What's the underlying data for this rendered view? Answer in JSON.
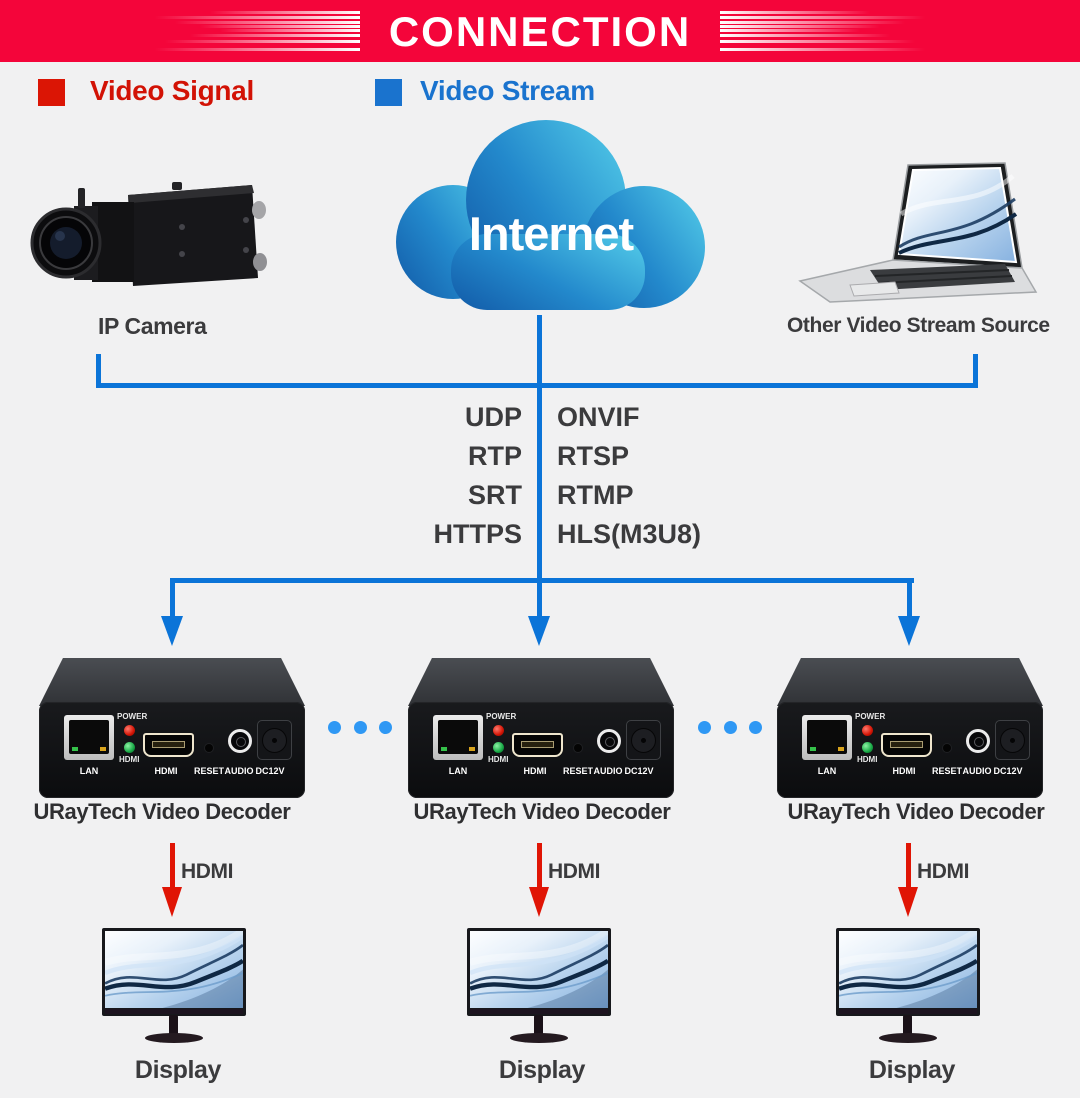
{
  "header": {
    "title": "CONNECTION"
  },
  "legend": {
    "video_signal": "Video Signal",
    "video_stream": "Video Stream"
  },
  "sources": {
    "ip_camera": "IP Camera",
    "internet": "Internet",
    "other_source": "Other Video Stream Source"
  },
  "protocols": {
    "left": [
      "UDP",
      "RTP",
      "SRT",
      "HTTPS"
    ],
    "right": [
      "ONVIF",
      "RTSP",
      "RTMP",
      "HLS(M3U8)"
    ]
  },
  "decoder": {
    "label": "URayTech Video Decoder",
    "ports": {
      "power": "POWER",
      "hdmi_led": "HDMI",
      "lan": "LAN",
      "hdmi": "HDMI",
      "reset": "RESET",
      "audio": "AUDIO",
      "dc": "DC12V"
    }
  },
  "output": {
    "hdmi": "HDMI",
    "display": "Display"
  },
  "colors": {
    "banner_red": "#F4053A",
    "signal_red": "#DB1505",
    "stream_blue": "#1A73CE",
    "line_blue": "#0B74D8",
    "arrow_red": "#E01505",
    "dots_blue": "#2F98F4"
  }
}
